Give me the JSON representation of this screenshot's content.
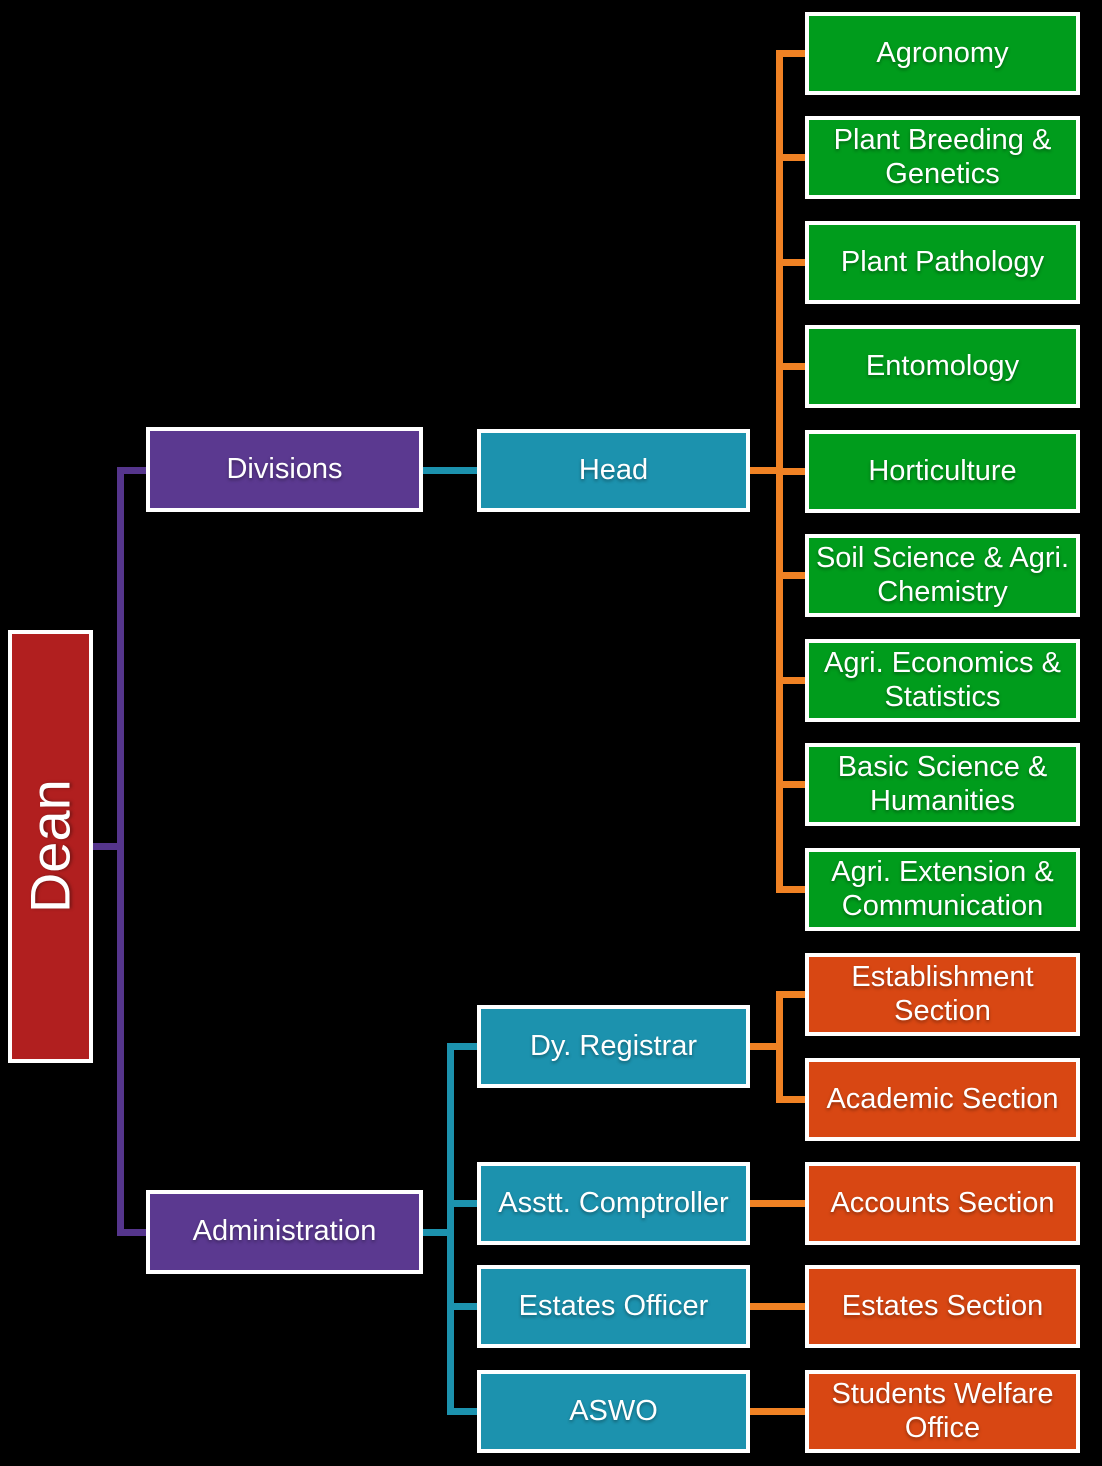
{
  "colors": {
    "bg": "#000000",
    "deanRed": "#B11F1F",
    "purple": "#5B3990",
    "teal": "#1C92AE",
    "green": "#009C1C",
    "orangeBox": "#D84713",
    "purpleLine": "#55358C",
    "tealLine": "#1C92AE",
    "orangeLine": "#F08224",
    "border": "#FFFFFF",
    "text": "#FFFFFF"
  },
  "root": {
    "label": "Dean"
  },
  "divisions": {
    "label": "Divisions",
    "head_label": "Head",
    "items": [
      "Agronomy",
      "Plant Breeding & Genetics",
      "Plant Pathology",
      "Entomology",
      "Horticulture",
      "Soil Science & Agri. Chemistry",
      "Agri. Economics & Statistics",
      "Basic Science & Humanities",
      "Agri. Extension & Communication"
    ]
  },
  "administration": {
    "label": "Administration",
    "officers": [
      {
        "label": "Dy. Registrar",
        "sections": [
          "Establishment Section",
          "Academic Section"
        ]
      },
      {
        "label": "Asstt. Comptroller",
        "sections": [
          "Accounts Section"
        ]
      },
      {
        "label": "Estates Officer",
        "sections": [
          "Estates Section"
        ]
      },
      {
        "label": "ASWO",
        "sections": [
          "Students Welfare Office"
        ]
      }
    ]
  }
}
